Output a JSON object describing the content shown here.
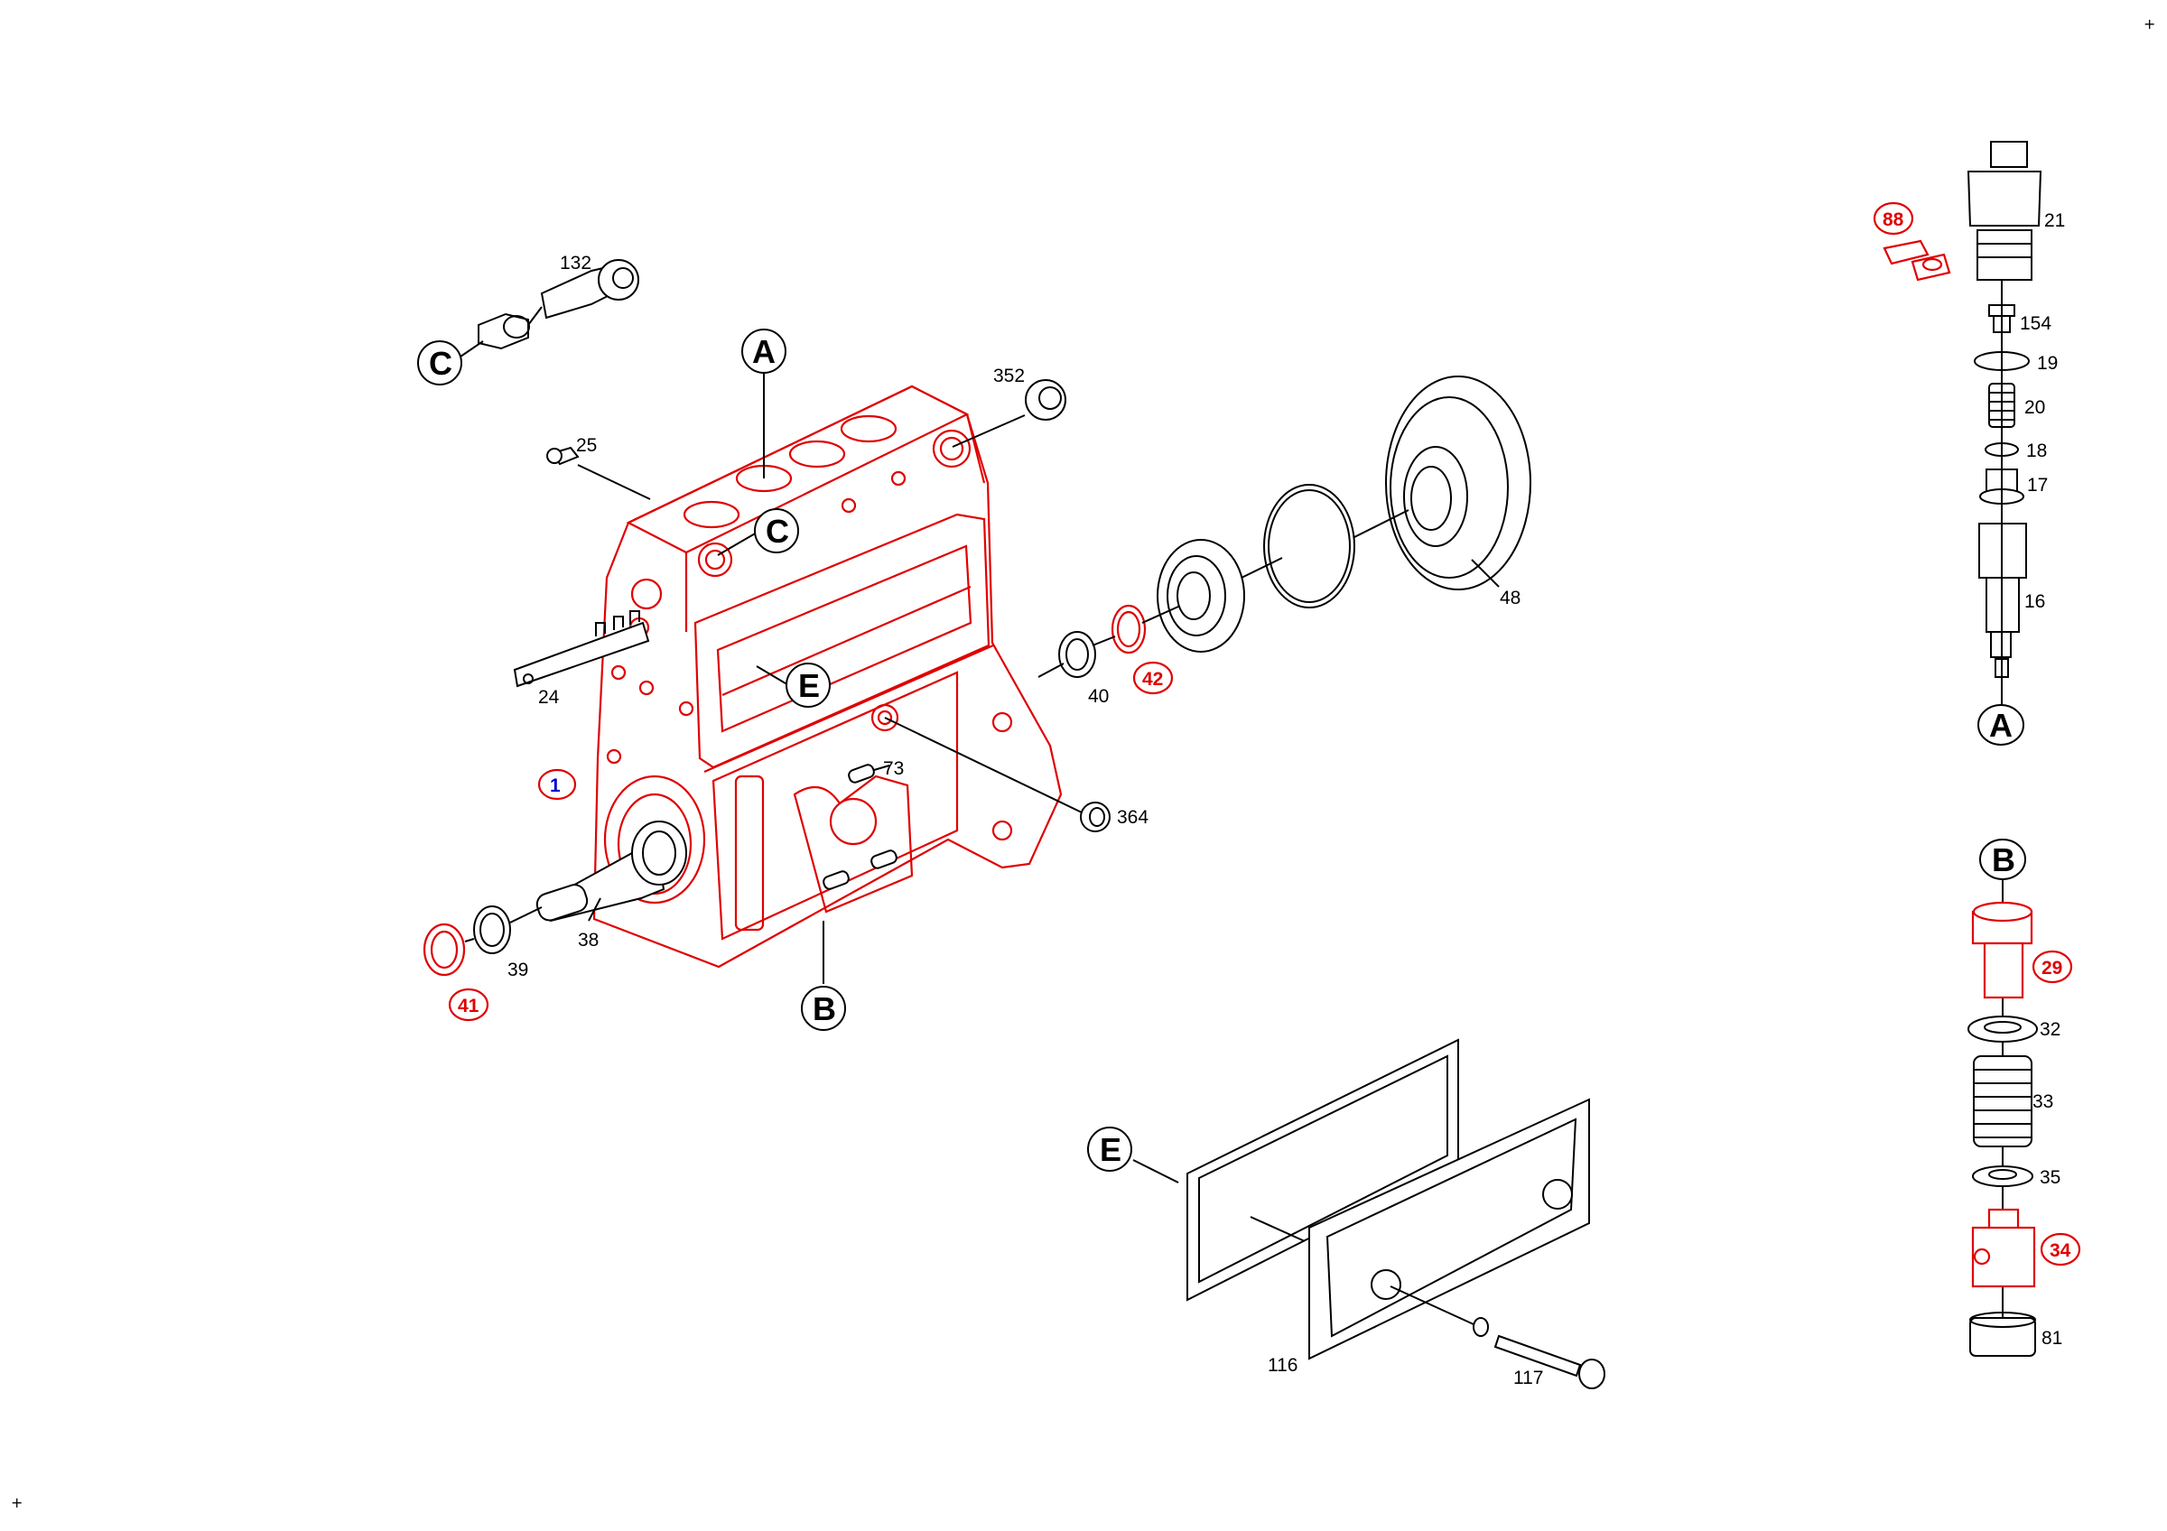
{
  "colors": {
    "highlight": "#e00000",
    "main_item": "#0000cc",
    "line": "#000000"
  },
  "corner_marks": {
    "top_right": "+",
    "bottom_left": "+"
  },
  "reference_letters": {
    "c_top": "C",
    "a_top": "A",
    "c_mid": "C",
    "e_mid": "E",
    "b_mid": "B",
    "e_bottom": "E",
    "a_right": "A",
    "b_right": "B"
  },
  "main_item": "1",
  "part_numbers": {
    "p132": "132",
    "p352": "352",
    "p25": "25",
    "p24": "24",
    "p73": "73",
    "p364": "364",
    "p40": "40",
    "p48": "48",
    "p38": "38",
    "p39": "39",
    "p116": "116",
    "p117": "117",
    "p21": "21",
    "p154": "154",
    "p19": "19",
    "p20": "20",
    "p18": "18",
    "p17": "17",
    "p16": "16",
    "p32": "32",
    "p33": "33",
    "p35": "35",
    "p81": "81"
  },
  "highlighted_parts": {
    "p42": "42",
    "p41": "41",
    "p88": "88",
    "p29": "29",
    "p34": "34"
  }
}
